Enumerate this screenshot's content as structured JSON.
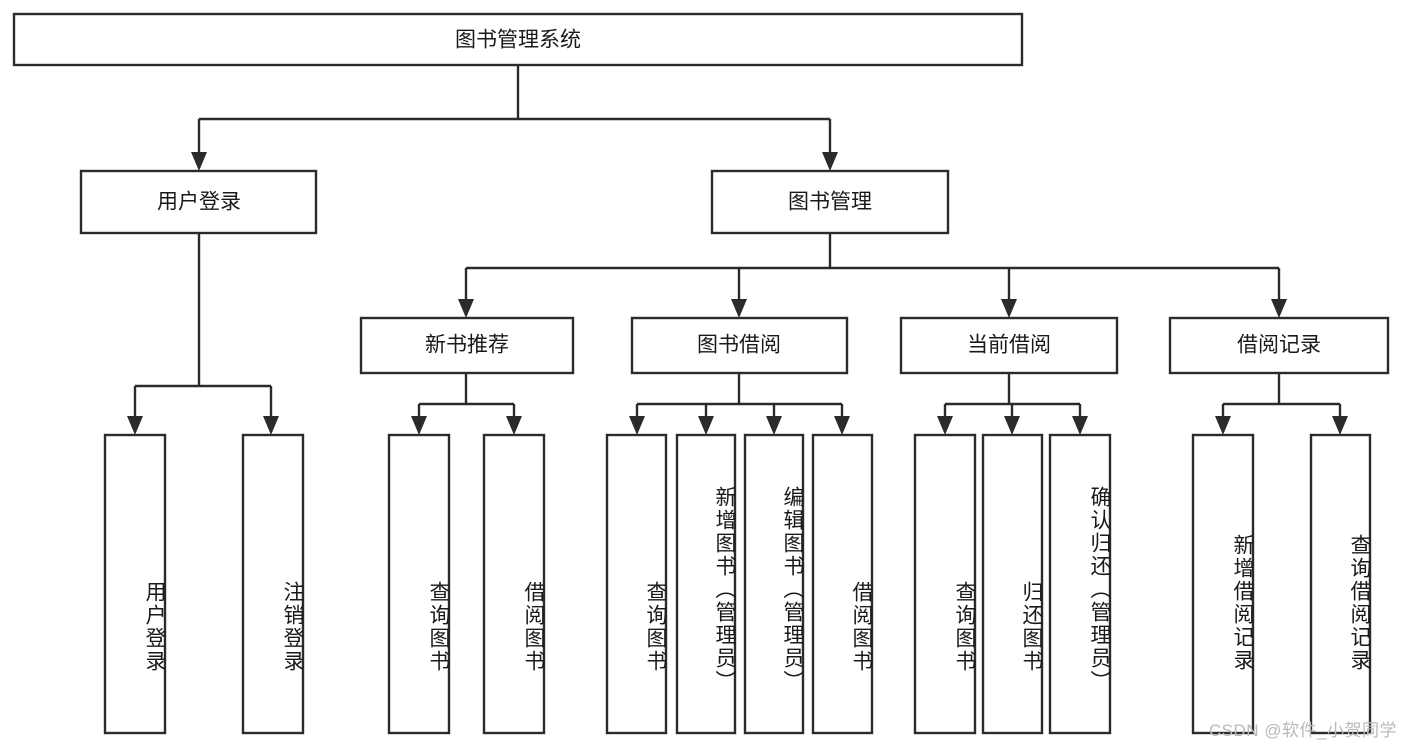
{
  "diagram": {
    "type": "tree-hierarchy",
    "title": "图书管理系统",
    "watermark": "CSDN @软件_小贺同学",
    "colors": {
      "box_fill": "#ffffff",
      "box_stroke": "#2b2b2b",
      "connector": "#2b2b2b",
      "text": "#1a1a1a",
      "watermark": "#b9b9b9",
      "background": "#ffffff"
    },
    "root": {
      "label": "图书管理系统"
    },
    "level2": [
      {
        "label": "用户登录"
      },
      {
        "label": "图书管理"
      }
    ],
    "level3": [
      {
        "label": "新书推荐"
      },
      {
        "label": "图书借阅"
      },
      {
        "label": "当前借阅"
      },
      {
        "label": "借阅记录"
      }
    ],
    "leaves": {
      "用户登录": [
        {
          "label": "用户登录"
        },
        {
          "label": "注销登录"
        }
      ],
      "新书推荐": [
        {
          "label": "查询图书"
        },
        {
          "label": "借阅图书"
        }
      ],
      "图书借阅": [
        {
          "label": "查询图书"
        },
        {
          "label": "新增图书（管理员）"
        },
        {
          "label": "编辑图书（管理员）"
        },
        {
          "label": "借阅图书"
        }
      ],
      "当前借阅": [
        {
          "label": "查询图书"
        },
        {
          "label": "归还图书"
        },
        {
          "label": "确认归还（管理员）"
        }
      ],
      "借阅记录": [
        {
          "label": "新增借阅记录"
        },
        {
          "label": "查询借阅记录"
        }
      ]
    },
    "edges": [
      {
        "from": "图书管理系统",
        "to": "用户登录"
      },
      {
        "from": "图书管理系统",
        "to": "图书管理"
      },
      {
        "from": "图书管理",
        "to": "新书推荐"
      },
      {
        "from": "图书管理",
        "to": "图书借阅"
      },
      {
        "from": "图书管理",
        "to": "当前借阅"
      },
      {
        "from": "图书管理",
        "to": "借阅记录"
      },
      {
        "from": "用户登录",
        "to": "用户登录"
      },
      {
        "from": "用户登录",
        "to": "注销登录"
      },
      {
        "from": "新书推荐",
        "to": "查询图书"
      },
      {
        "from": "新书推荐",
        "to": "借阅图书"
      },
      {
        "from": "图书借阅",
        "to": "查询图书"
      },
      {
        "from": "图书借阅",
        "to": "新增图书（管理员）"
      },
      {
        "from": "图书借阅",
        "to": "编辑图书（管理员）"
      },
      {
        "from": "图书借阅",
        "to": "借阅图书"
      },
      {
        "from": "当前借阅",
        "to": "查询图书"
      },
      {
        "from": "当前借阅",
        "to": "归还图书"
      },
      {
        "from": "当前借阅",
        "to": "确认归还（管理员）"
      },
      {
        "from": "借阅记录",
        "to": "新增借阅记录"
      },
      {
        "from": "借阅记录",
        "to": "查询借阅记录"
      }
    ]
  }
}
